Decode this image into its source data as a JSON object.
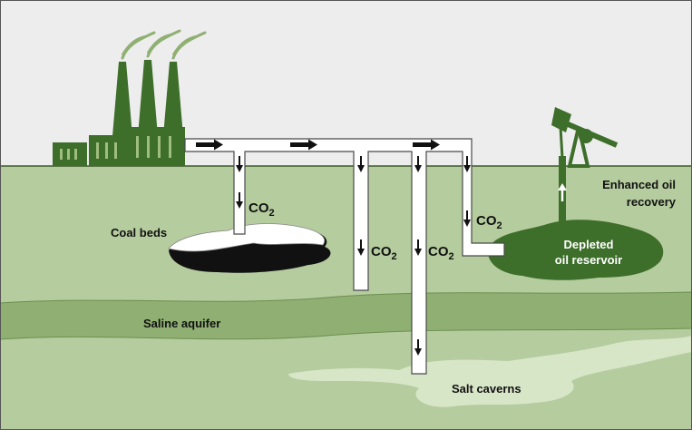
{
  "labels": {
    "coal_beds": "Coal beds",
    "saline_aquifer": "Saline aquifer",
    "salt_caverns": "Salt caverns",
    "depleted_line1": "Depleted",
    "depleted_line2": "oil reservoir",
    "enhanced_line1": "Enhanced oil",
    "enhanced_line2": "recovery",
    "co2_main": "CO",
    "co2_sub": "2"
  },
  "colors": {
    "sky": "#ededed",
    "ground": "#b5cc9f",
    "aquifer": "#8fb072",
    "dark_green": "#3d6e2a",
    "pipe": "#ffffff",
    "coal": "#111111",
    "salt": "#d8e6c8",
    "outline": "#4a4a4a"
  }
}
